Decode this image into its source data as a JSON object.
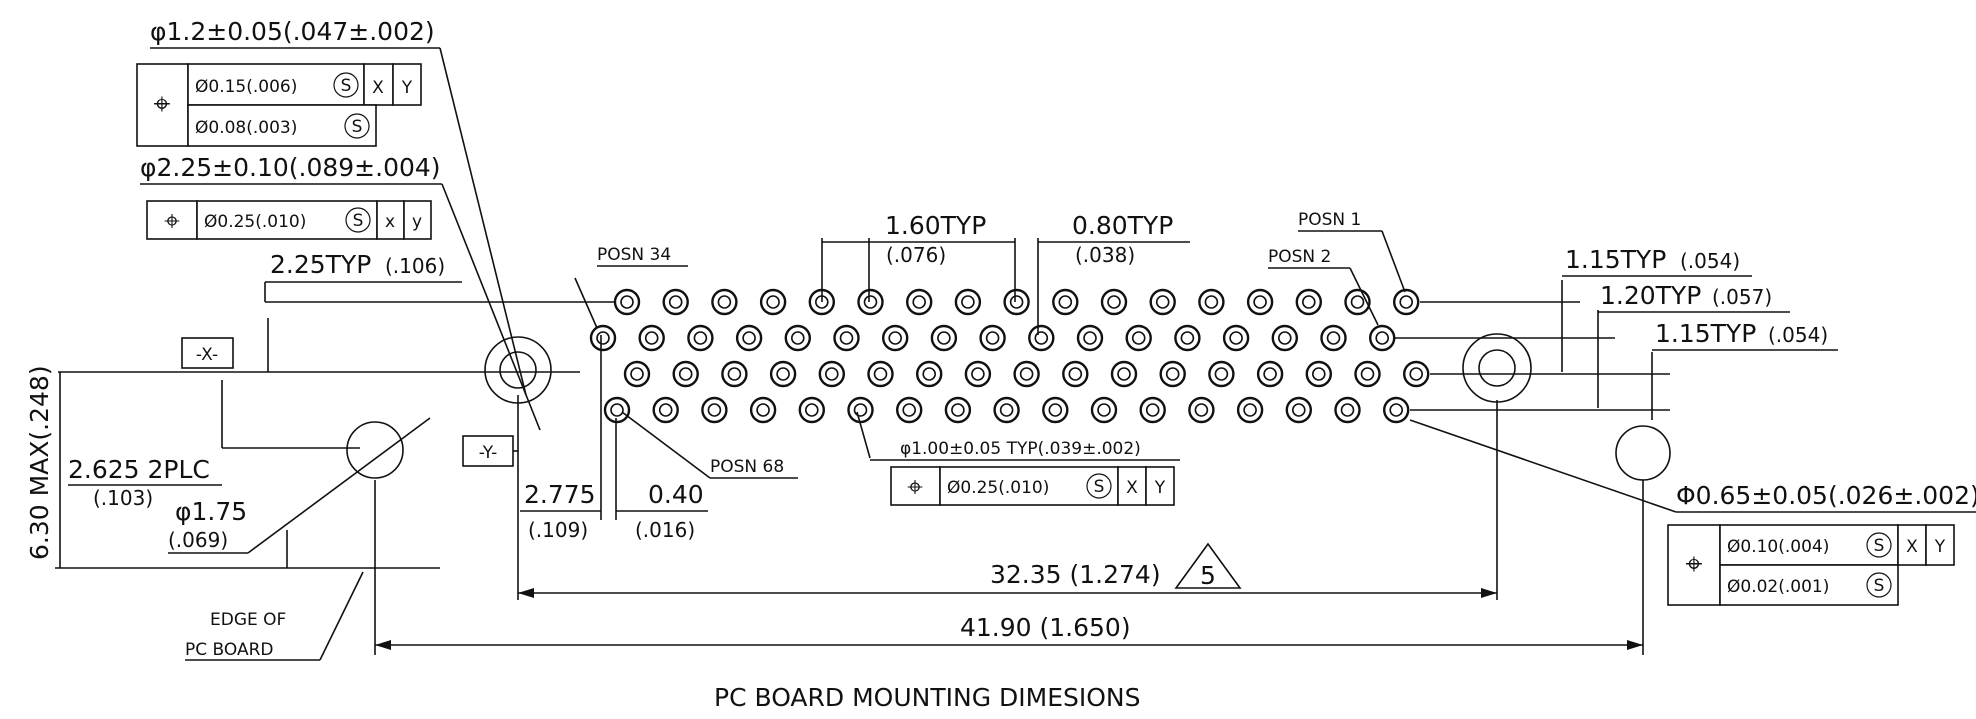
{
  "caption": "PC BOARD MOUNTING DIMESIONS",
  "datums": {
    "x": "-X-",
    "y": "-Y-"
  },
  "callouts": {
    "hole_small": "φ1.2±0.05(.047±.002)",
    "hole_large": "φ2.25±0.10(.089±.004)",
    "typ_225": "2.25TYP",
    "typ_225_in": "(.106)",
    "typ_160": "1.60TYP",
    "typ_160_in": "(.076)",
    "typ_080": "0.80TYP",
    "typ_080_in": "(.038)",
    "typ_115a": "1.15TYP",
    "typ_115a_in": "(.054)",
    "typ_120": "1.20TYP",
    "typ_120_in": "(.057)",
    "typ_115b": "1.15TYP",
    "typ_115b_in": "(.054)",
    "max_height": "6.30 MAX(.248)",
    "plc": "2.625 2PLC",
    "plc_in": "(.103)",
    "dia175": "φ1.75",
    "dia175_in": "(.069)",
    "d2775": "2.775",
    "d2775_in": "(.109)",
    "d040": "0.40",
    "d040_in": "(.016)",
    "pin_dia": "φ1.00±0.05 TYP(.039±.002)",
    "pad_dia": "Φ0.65±0.05(.026±.002)",
    "span_3235": "32.35 (1.274)",
    "span_4190": "41.90 (1.650)",
    "note_num": "5"
  },
  "labels": {
    "posn1": "POSN 1",
    "posn2": "POSN 2",
    "posn34": "POSN 34",
    "posn68": "POSN 68",
    "edge_line1": "EDGE OF",
    "edge_line2": "PC BOARD"
  },
  "fcf": {
    "f1_r1_tol": "Ø0.15(.006)",
    "f1_r2_tol": "Ø0.08(.003)",
    "f1_dx": "X",
    "f1_dy": "Y",
    "f2_tol": "Ø0.25(.010)",
    "f2_dx": "x",
    "f2_dy": "y",
    "f3_tol": "Ø0.25(.010)",
    "f3_dx": "X",
    "f3_dy": "Y",
    "f4_r1_tol": "Ø0.10(.004)",
    "f4_r2_tol": "Ø0.02(.001)",
    "f4_dx": "X",
    "f4_dy": "Y",
    "mmc": "S",
    "position_symbol": "⌖"
  },
  "pin_rows": [
    {
      "row": 1,
      "count": 17
    },
    {
      "row": 2,
      "count": 17
    },
    {
      "row": 3,
      "count": 17
    },
    {
      "row": 4,
      "count": 17
    }
  ]
}
